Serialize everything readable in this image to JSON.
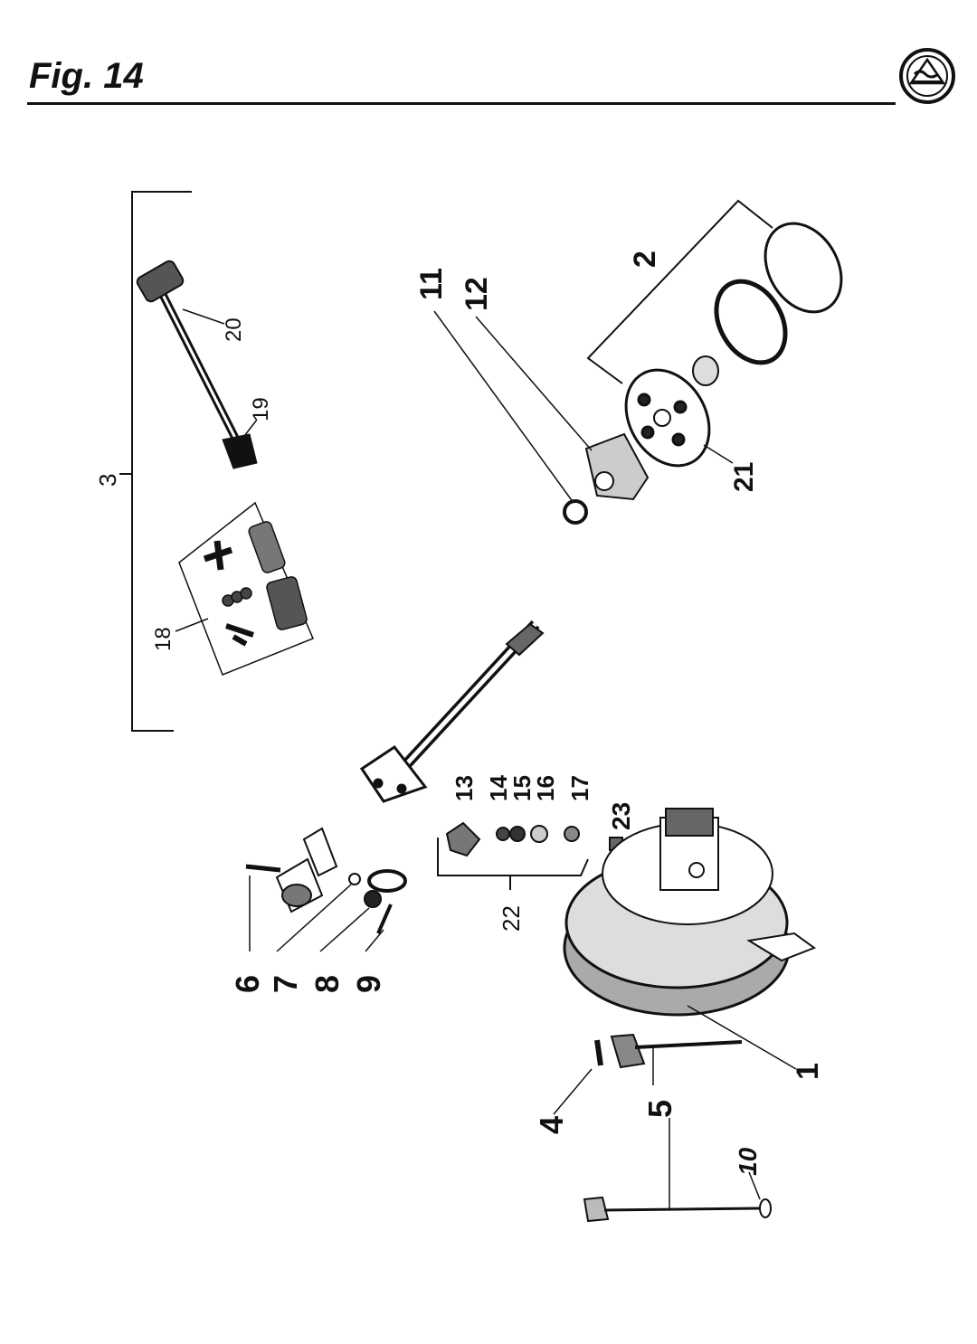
{
  "figure": {
    "title": "Fig. 14"
  },
  "labels": {
    "n1": "1",
    "n2": "2",
    "n3": "3",
    "n4": "4",
    "n5": "5",
    "n6": "6",
    "n7": "7",
    "n8": "8",
    "n9": "9",
    "n10": "10",
    "n11": "11",
    "n12": "12",
    "n13": "13",
    "n14": "14",
    "n15": "15",
    "n16": "16",
    "n17": "17",
    "n18": "18",
    "n19": "19",
    "n20": "20",
    "n21": "21",
    "n22": "22",
    "n23": "23"
  }
}
